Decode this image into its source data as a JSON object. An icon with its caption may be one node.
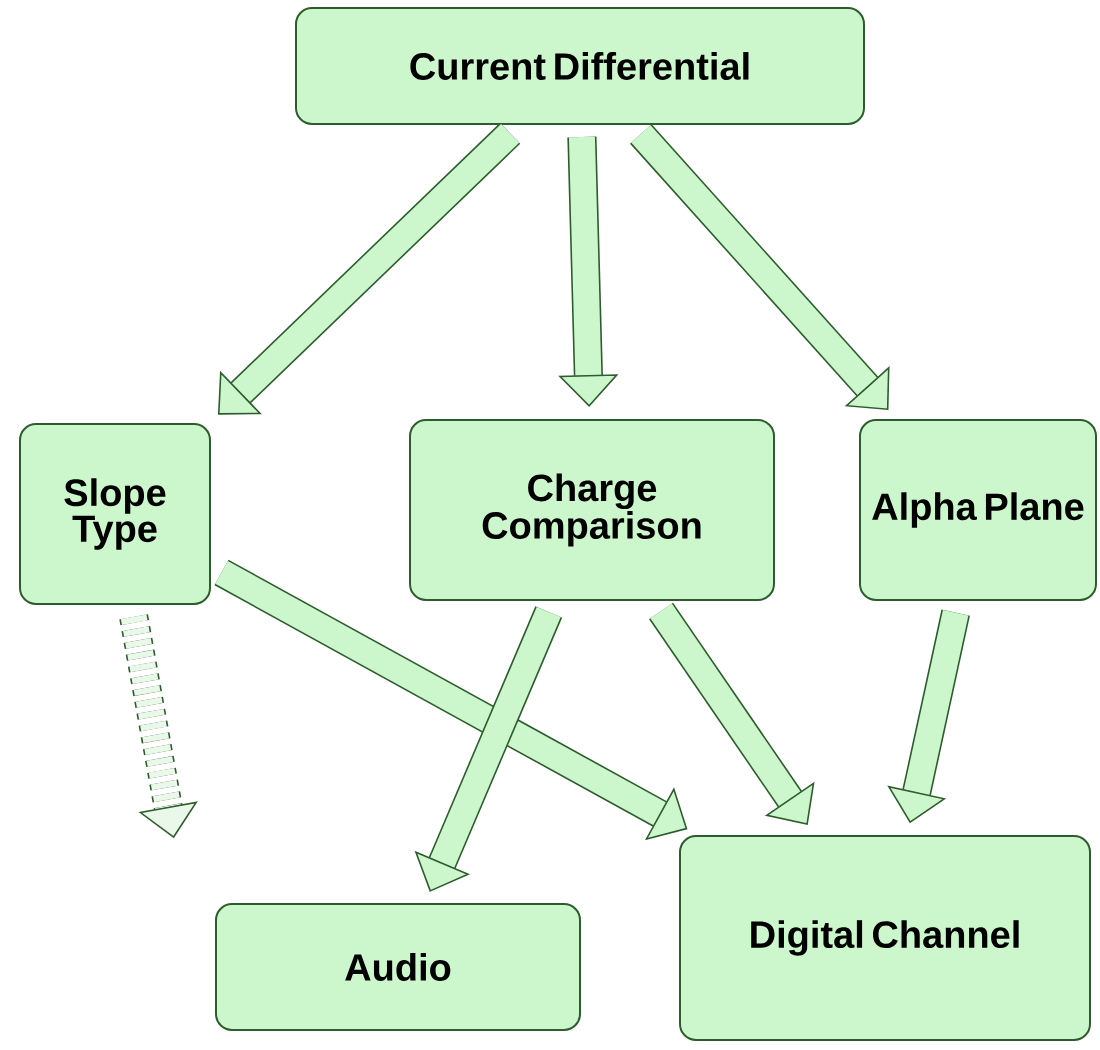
{
  "diagram": {
    "nodes": [
      {
        "text": [
          "Current Differential"
        ]
      },
      {
        "text": [
          "Slope Type"
        ]
      },
      {
        "text": [
          "Charge Comparison"
        ]
      },
      {
        "text": [
          "Alpha Plane"
        ]
      },
      {
        "text": [
          "Audio"
        ]
      },
      {
        "text": [
          "Digital Channel"
        ]
      }
    ],
    "edges": [
      {
        "from": 0,
        "to": 1,
        "arrow": "to"
      },
      {
        "from": 0,
        "to": 2,
        "arrow": "to"
      },
      {
        "from": 0,
        "to": 3,
        "arrow": "to"
      },
      {
        "from": 1,
        "to": null,
        "arrow": "to",
        "style": "dashed"
      },
      {
        "from": 1,
        "to": 5,
        "arrow": "to"
      },
      {
        "from": 2,
        "to": 4,
        "arrow": "to"
      },
      {
        "from": 2,
        "to": 5,
        "arrow": "to"
      },
      {
        "from": 3,
        "to": 5,
        "arrow": "to"
      }
    ]
  }
}
